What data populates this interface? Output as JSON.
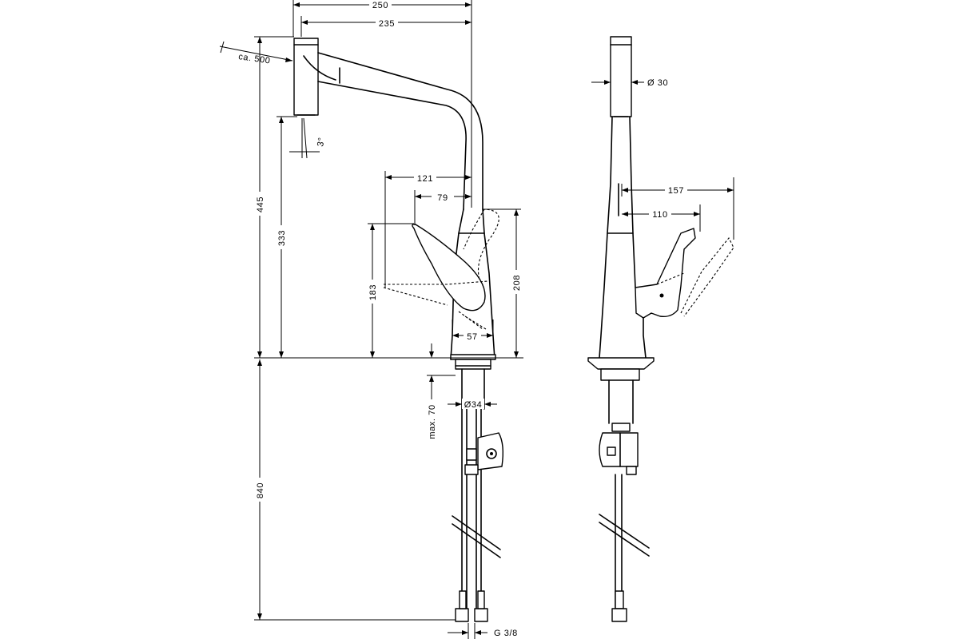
{
  "diagram": {
    "dimensions": {
      "total_width": "250",
      "spout_reach": "235",
      "pull_out": "ca. 500",
      "angle": "3°",
      "total_height": "445",
      "spout_height": "333",
      "lever_reach": "121",
      "lever_offset": "79",
      "lever_height": "183",
      "lever_swing_height": "208",
      "body_width": "57",
      "below_deck_length": "840",
      "max_deck_thickness": "max. 70",
      "shank_diameter": "Ø34",
      "connection": "G 3/8",
      "spout_diameter": "Ø 30",
      "side_lever_reach": "157",
      "side_lever_offset": "110"
    }
  }
}
